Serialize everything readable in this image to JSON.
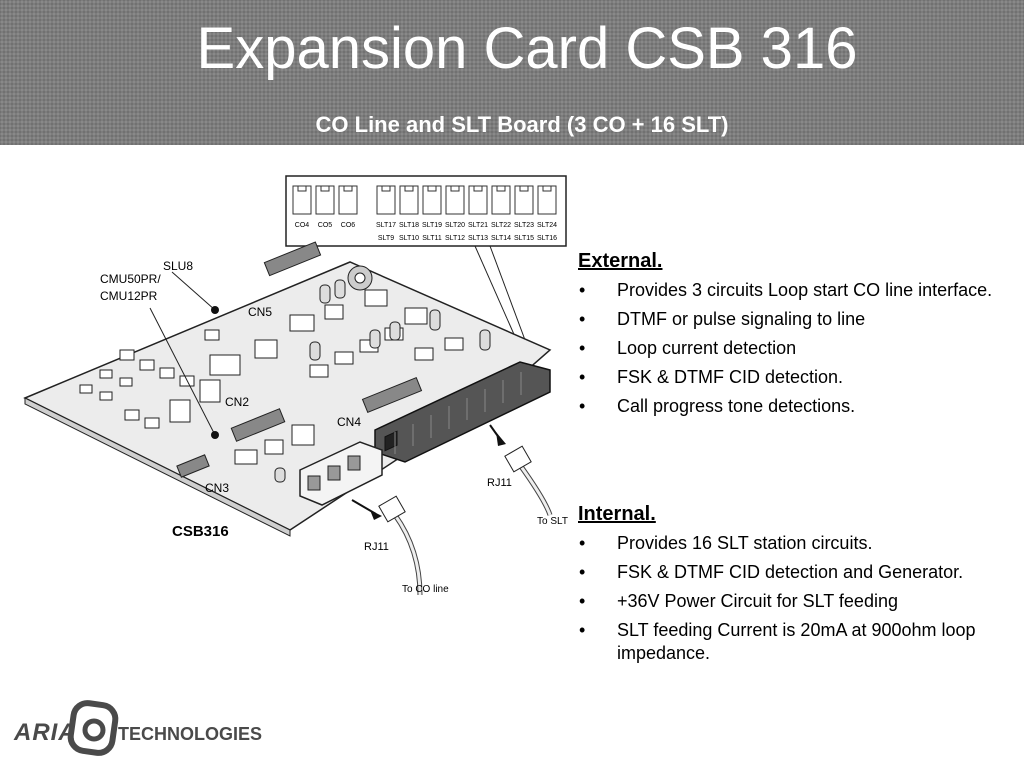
{
  "slide": {
    "title": "Expansion Card CSB 316",
    "subtitle": "CO Line and SLT Board (3 CO + 16 SLT)"
  },
  "diagram": {
    "board_label": "CSB316",
    "connector_labels": [
      "CN5",
      "CN2",
      "CN4",
      "CN3"
    ],
    "slu_label": "SLU8",
    "module_labels": [
      "CMU50PR/",
      "CMU12PR"
    ],
    "jack_top_row": [
      "CO4",
      "CO5",
      "CO6",
      "SLT17",
      "SLT18",
      "SLT19",
      "SLT20",
      "SLT21",
      "SLT22",
      "SLT23",
      "SLT24"
    ],
    "jack_bottom_row": [
      "SLT9",
      "SLT10",
      "SLT11",
      "SLT12",
      "SLT13",
      "SLT14",
      "SLT15",
      "SLT16"
    ],
    "rj11_label": "RJ11",
    "to_co_line": "To CO line",
    "to_slt": "To SLT"
  },
  "external": {
    "heading": "External.",
    "items": [
      "Provides 3 circuits Loop start CO line interface.",
      "DTMF or pulse signaling to line",
      "Loop current detection",
      "FSK & DTMF CID detection.",
      "Call progress tone detections."
    ]
  },
  "internal": {
    "heading": "Internal.",
    "items": [
      "Provides 16 SLT station circuits.",
      "FSK & DTMF CID detection and Generator.",
      "+36V Power Circuit for SLT feeding",
      "SLT feeding Current is 20mA at 900ohm loop impedance."
    ]
  },
  "bullet": "•",
  "logo": {
    "text_left": "ARIA",
    "text_right": "TECHNOLOGIES",
    "color": "#4a4a4a"
  }
}
